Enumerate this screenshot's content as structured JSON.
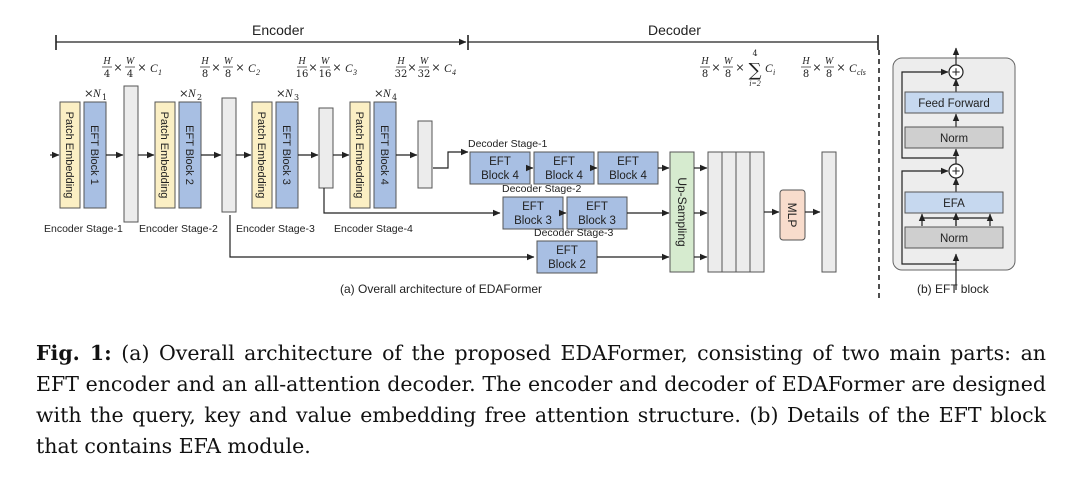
{
  "diagram": {
    "encoder_label": "Encoder",
    "decoder_label": "Decoder",
    "stages": [
      {
        "dims": {
          "h": "H",
          "hd": "4",
          "w": "W",
          "wd": "4",
          "c": "C",
          "cs": "1"
        },
        "rep": {
          "n": "N",
          "ns": "1"
        },
        "patch": "Patch Embedding",
        "block": "EFT Block 1",
        "label": "Encoder Stage-1"
      },
      {
        "dims": {
          "h": "H",
          "hd": "8",
          "w": "W",
          "wd": "8",
          "c": "C",
          "cs": "2"
        },
        "rep": {
          "n": "N",
          "ns": "2"
        },
        "patch": "Patch Embedding",
        "block": "EFT Block 2",
        "label": "Encoder Stage-2"
      },
      {
        "dims": {
          "h": "H",
          "hd": "16",
          "w": "W",
          "wd": "16",
          "c": "C",
          "cs": "3"
        },
        "rep": {
          "n": "N",
          "ns": "3"
        },
        "patch": "Patch Embedding",
        "block": "EFT Block 3",
        "label": "Encoder Stage-3"
      },
      {
        "dims": {
          "h": "H",
          "hd": "32",
          "w": "W",
          "wd": "32",
          "c": "C",
          "cs": "4"
        },
        "rep": {
          "n": "N",
          "ns": "4"
        },
        "patch": "Patch Embedding",
        "block": "EFT Block 4",
        "label": "Encoder Stage-4"
      }
    ],
    "decoder_stages": [
      {
        "label": "Decoder Stage-1",
        "blocks": [
          [
            "EFT",
            "Block 4"
          ],
          [
            "EFT",
            "Block 4"
          ],
          [
            "EFT",
            "Block 4"
          ]
        ]
      },
      {
        "label": "Decoder Stage-2",
        "blocks": [
          [
            "EFT",
            "Block 3"
          ],
          [
            "EFT",
            "Block 3"
          ]
        ]
      },
      {
        "label": "Decoder Stage-3",
        "blocks": [
          [
            "EFT",
            "Block 2"
          ]
        ]
      }
    ],
    "upsampling": "Up-Sampling",
    "mlp": "MLP",
    "concat_dims": {
      "h": "H",
      "hd": "8",
      "w": "W",
      "wd": "8",
      "sum_top": "4",
      "sum_bottom": "i=2",
      "c": "C",
      "cs": "i"
    },
    "out_dims": {
      "h": "H",
      "hd": "8",
      "w": "W",
      "wd": "8",
      "c": "C",
      "cs": "cls"
    },
    "sub_a": "(a) Overall architecture of EDAFormer",
    "eft_block": {
      "feed_forward": "Feed Forward",
      "norm": "Norm",
      "efa": "EFA",
      "sub_b": "(b) EFT block"
    },
    "times": "×",
    "plus": "+"
  },
  "caption": {
    "fig_label": "Fig. 1:",
    "text": "(a) Overall architecture of the proposed EDAFormer, consisting of two main parts: an EFT encoder and an all-attention decoder. The encoder and decoder of EDAFormer are designed with the query, key and value embedding free attention structure. (b) Details of the EFT block that contains EFA module."
  }
}
